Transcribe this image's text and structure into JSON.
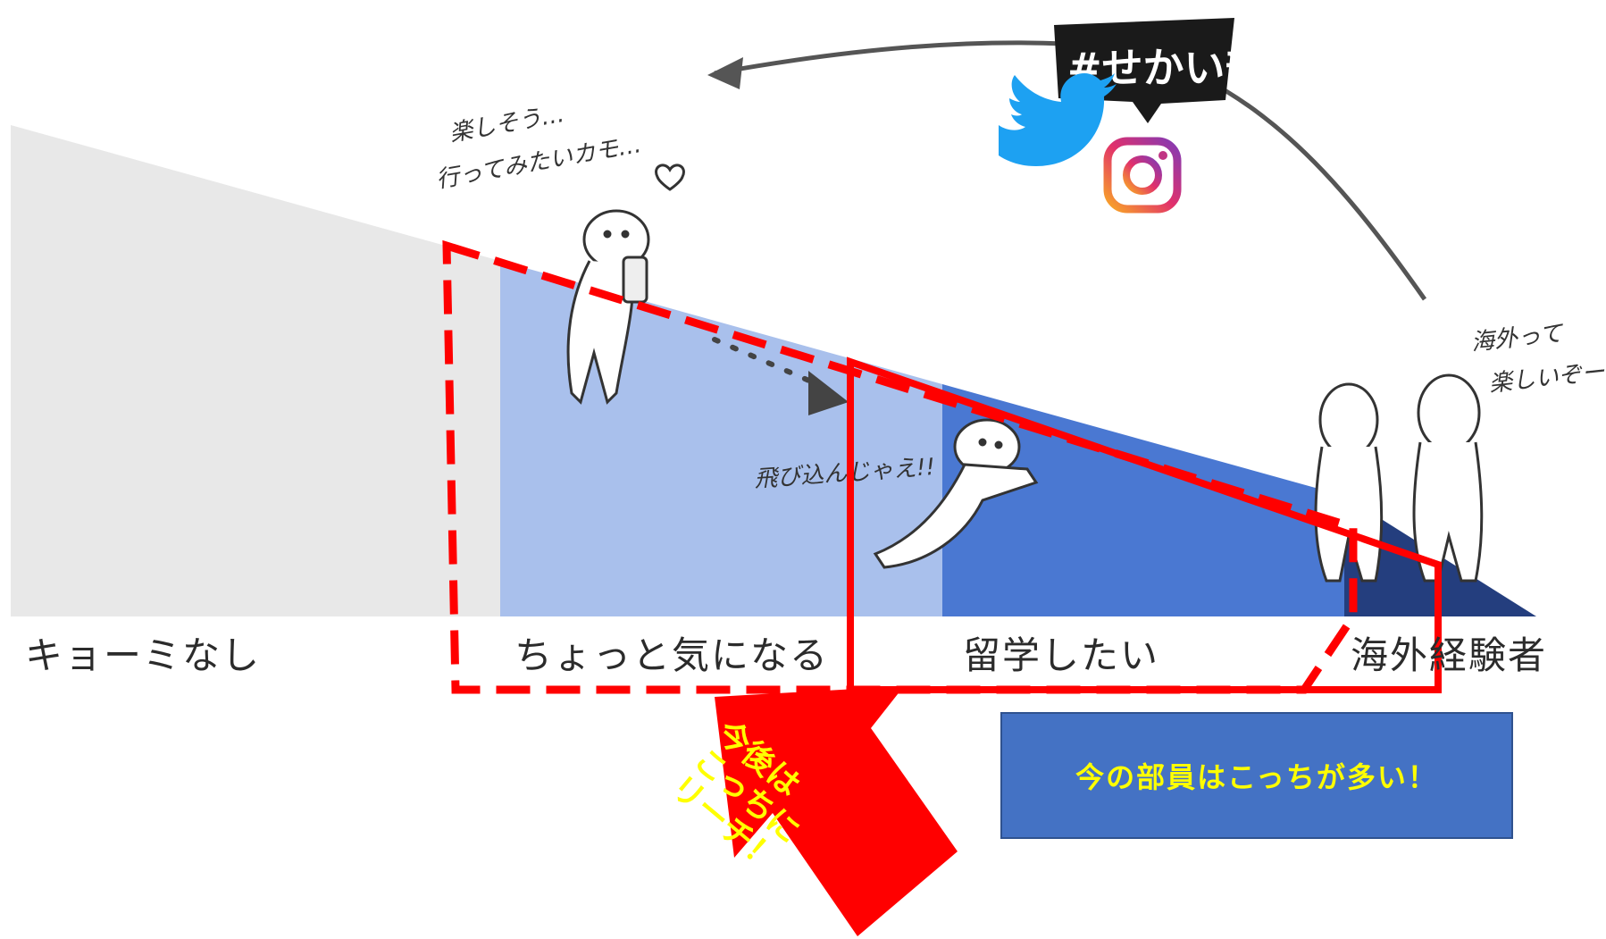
{
  "stages": [
    {
      "label": "キョーミなし",
      "color": "#e8e8e8"
    },
    {
      "label": "ちょっと気になる",
      "color": "#a9c0ec"
    },
    {
      "label": "留学したい",
      "color": "#4a78d2"
    },
    {
      "label": "海外経験者",
      "color": "#243e7e"
    }
  ],
  "logo": {
    "text": "#せかい部"
  },
  "social_icons": [
    "twitter-icon",
    "instagram-icon"
  ],
  "speech": {
    "curious_line1": "楽しそう…",
    "curious_line2": "行ってみたいカモ…",
    "jump": "飛び込んじゃえ!!",
    "experienced_line1": "海外って",
    "experienced_line2": "楽しいぞー"
  },
  "callout_box": {
    "text": "今の部員はこっちが多い！"
  },
  "callout_arrow": {
    "line1": "今後は",
    "line2": "こっちに",
    "line3": "リーチ！"
  },
  "colors": {
    "highlight_red": "#ff0000",
    "callout_text": "#ffff00",
    "callout_box": "#4472c4"
  }
}
